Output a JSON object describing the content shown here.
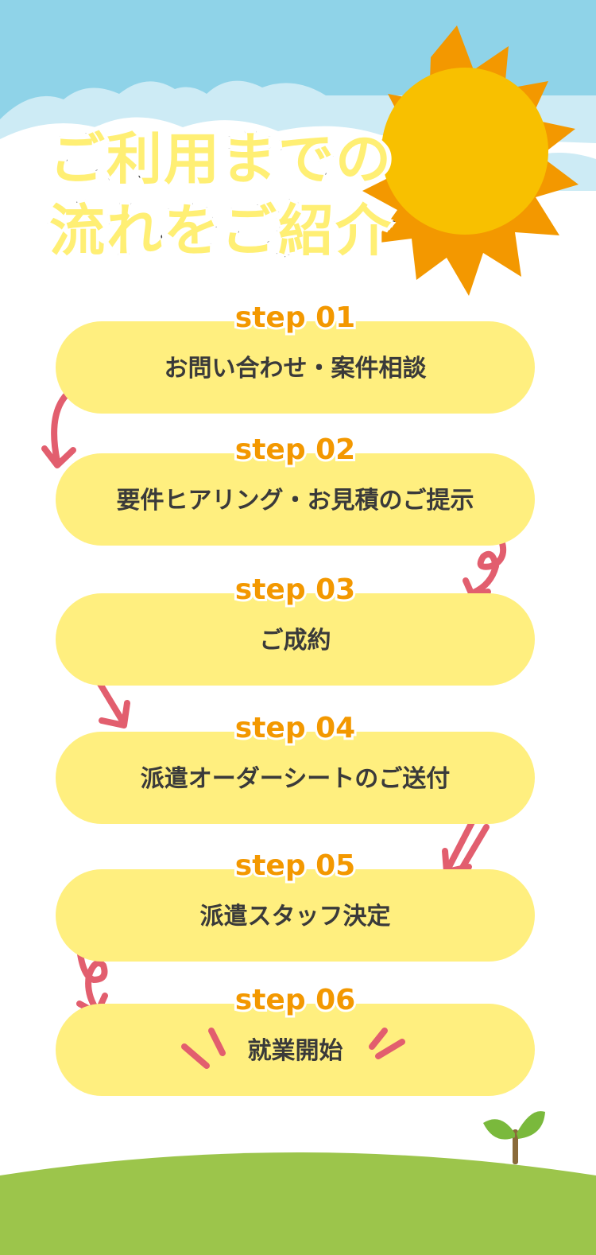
{
  "title": {
    "line1": "ご利用までの",
    "line2": "流れをご紹介"
  },
  "steps": [
    {
      "label": "step 01",
      "text": "お問い合わせ・案件相談"
    },
    {
      "label": "step 02",
      "text": "要件ヒアリング・お見積のご提示"
    },
    {
      "label": "step 03",
      "text": "ご成約"
    },
    {
      "label": "step 04",
      "text": "派遣オーダーシートのご送付"
    },
    {
      "label": "step 05",
      "text": "派遣スタッフ決定"
    },
    {
      "label": "step 06",
      "text": "就業開始"
    }
  ],
  "colors": {
    "sky": "#8FD3E8",
    "cloud": "#CDEBF5",
    "sun_core": "#F8C000",
    "sun_rays": "#F39800",
    "card": "#FFEF7F",
    "step_label": "#F39800",
    "arrow": "#E25E6E",
    "grass": "#9CC54B",
    "sprout_leaf": "#7AB93C",
    "sprout_stem": "#8A6A3A",
    "text": "#3a3a3a"
  },
  "icons": [
    "sun-icon",
    "cloud-icon",
    "curved-arrow-icon",
    "double-arrow-icon",
    "loop-arrow-icon",
    "sprout-icon",
    "sparkle-lines-icon"
  ]
}
